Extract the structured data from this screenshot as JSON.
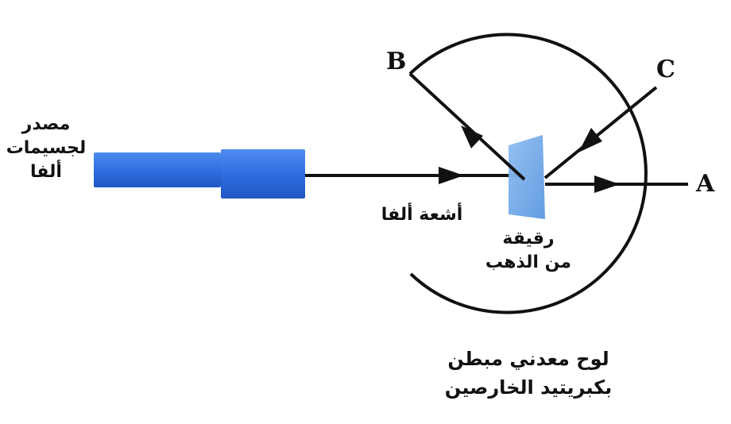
{
  "labels": {
    "source_line1": "مصدر",
    "source_line2": "لجسيمات",
    "source_line3": "ألفا",
    "alpha_rays": "أشعة ألفا",
    "foil_line1": "رقيقة",
    "foil_line2": "من الذهب",
    "screen_line1": "لوح معدني مبطن",
    "screen_line2": "بكبريتيد الخارصين",
    "point_a": "A",
    "point_b": "B",
    "point_c": "C"
  },
  "colors": {
    "tube": "#2f6fe0",
    "tube_dark": "#1f4fb8",
    "foil": "#6aa6e8",
    "ink": "#111111"
  }
}
